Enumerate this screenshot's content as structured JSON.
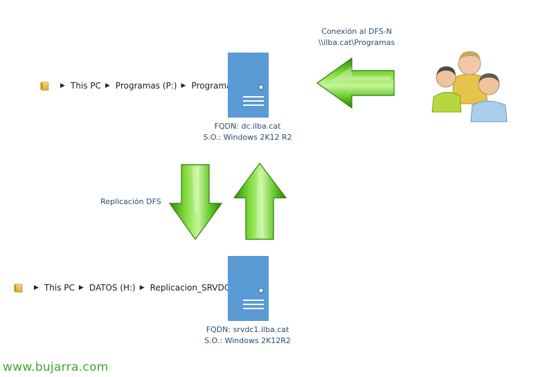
{
  "top": {
    "breadcrumb": [
      "This PC",
      "Programas (P:)",
      "Programas"
    ],
    "server_fqdn": "FQDN: dc.ilba.cat",
    "server_os": "S.O.: Windows 2K12 R2",
    "connection_line1": "Conexión al DFS-N",
    "connection_line2": "\\\\ilba.cat\\Programas"
  },
  "middle": {
    "replication_label": "Replicación DFS"
  },
  "bottom": {
    "breadcrumb": [
      "This PC",
      "DATOS (H:)",
      "Replicacion_SRVDC1"
    ],
    "server_fqdn": "FQDN: srvdc1.ilba.cat",
    "server_os": "S.O.: Windows 2K12R2"
  },
  "footer": "www.bujarra.com",
  "colors": {
    "server_blue": "#5b9bd5",
    "arrow_green": "#49b51a",
    "caption_text": "#2b4b6a",
    "footer_green": "#3fa72f"
  },
  "icons": [
    "folder-icon",
    "chevron-right-icon",
    "server-icon",
    "green-arrow-left-icon",
    "green-arrow-down-icon",
    "green-arrow-up-icon",
    "users-group-icon"
  ]
}
